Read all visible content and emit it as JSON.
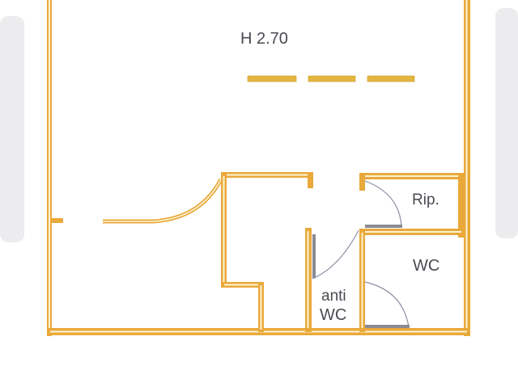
{
  "labels": {
    "height": "H 2.70",
    "storage": "Rip.",
    "wc": "WC",
    "anti_wc_line1": "anti",
    "anti_wc_line2": "WC"
  },
  "colors": {
    "wall": "#e9a93a",
    "wall_core": "#fbf3d6",
    "door_swing": "#8a8fa3",
    "text": "#4a4a52",
    "background": "#ffffff"
  }
}
